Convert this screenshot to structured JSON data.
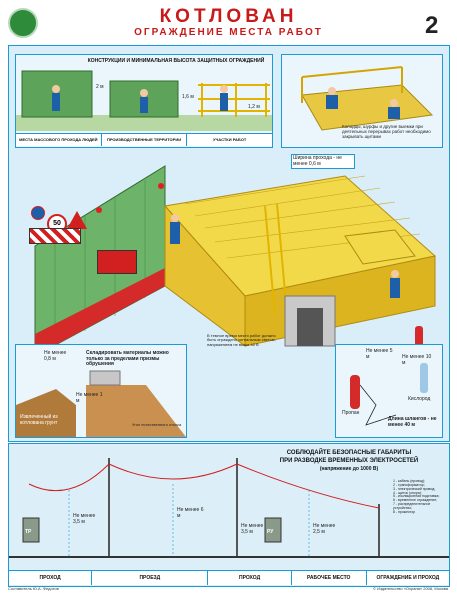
{
  "header": {
    "title": "КОТЛОВАН",
    "subtitle": "ОГРАЖДЕНИЕ МЕСТА РАБОТ",
    "number": "2"
  },
  "panel_top_left": {
    "title": "КОНСТРУКЦИИ И МИНИМАЛЬНАЯ ВЫСОТА ЗАЩИТНЫХ ОГРАЖДЕНИЙ",
    "heights": [
      "2 м",
      "1,6 м",
      "1,2 м"
    ],
    "labels": [
      "МЕСТА МАССОВОГО ПРОХОДА ЛЮДЕЙ",
      "ПРОИЗВОДСТВЕННЫЕ ТЕРРИТОРИИ",
      "УЧАСТКИ РАБОТ"
    ]
  },
  "panel_top_right": {
    "caption": "Колодцы, шурфы и другие выемки при деятельных перерывах работ необходимо закрывать щитами"
  },
  "callouts": {
    "passage": "Ширина прохода - не менее 0,6 м",
    "dark": "В темное время место работ должно быть ограждено сигнальным светом, напряжением не выше 42 В"
  },
  "signs": {
    "speed": "50"
  },
  "panel_mid_left": {
    "note": "Складировать материалы можно только за пределами призмы обрушения",
    "min1": "Не менее 0,8 м",
    "min2": "Не менее 1 м",
    "soil": "Извлеченный из котлована грунт",
    "angle": "Угол естественного откоса"
  },
  "panel_mid_right": {
    "min1": "Не менее 5 м",
    "min2": "Не менее 10 м",
    "labels": [
      "Кислород",
      "Пропан"
    ],
    "hose": "Длина шлангов - не менее 40 м"
  },
  "bottom": {
    "title_line1": "СОБЛЮДАЙТЕ БЕЗОПАСНЫЕ ГАБАРИТЫ",
    "title_line2": "ПРИ РАЗВОДКЕ ВРЕМЕННЫХ ЭЛЕКТРОСЕТЕЙ",
    "title_line3": "(напряжение до 1000 В)",
    "segments": [
      "ПРОХОД",
      "ПРОЕЗД",
      "ПРОХОД",
      "РАБОЧЕЕ МЕСТО",
      "ОГРАЖДЕНИЕ И ПРОХОД"
    ],
    "heights": [
      "Не менее 3,5 м",
      "Не менее 6 м",
      "Не менее 3,5 м",
      "Не менее 2,5 м"
    ],
    "boxes": [
      "ТР",
      "РУ"
    ],
    "legend": [
      "1 - кабель (провод);",
      "2 - трансформатор;",
      "3 - электрический провод;",
      "4 - щиток (опора);",
      "5 - изоляционная подставка;",
      "6 - временное ограждение;",
      "7 - распределительное устройство;",
      "8 - прожектор"
    ]
  },
  "footer": {
    "left": "Составитель Ю.А. Федотов",
    "right": "© Издательство «Охрана» 2008, Москва"
  }
}
